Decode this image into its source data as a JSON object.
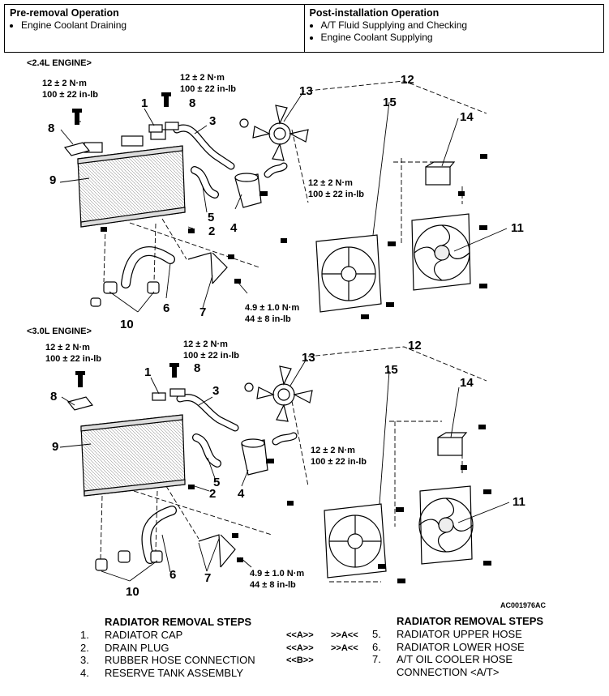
{
  "operations": {
    "pre_title": "Pre-removal Operation",
    "pre_items": [
      "Engine Coolant Draining"
    ],
    "post_title": "Post-installation Operation",
    "post_items": [
      "A/T Fluid Supplying and Checking",
      "Engine Coolant Supplying"
    ]
  },
  "engine_24": {
    "label": "<2.4L ENGINE>",
    "torque_a": [
      "12 ± 2 N·m",
      "100 ± 22 in-lb"
    ],
    "torque_b": [
      "12 ± 2 N·m",
      "100 ± 22 in-lb"
    ],
    "torque_c": [
      "12 ± 2 N·m",
      "100 ± 22 in-lb"
    ],
    "torque_d": [
      "4.9 ± 1.0 N·m",
      "44 ± 8 in-lb"
    ],
    "callouts": [
      "1",
      "2",
      "3",
      "4",
      "5",
      "6",
      "7",
      "8",
      "8",
      "9",
      "10",
      "11",
      "12",
      "13",
      "14",
      "15"
    ]
  },
  "engine_30": {
    "label": "<3.0L ENGINE>",
    "torque_a": [
      "12 ± 2 N·m",
      "100 ± 22 in-lb"
    ],
    "torque_b": [
      "12 ± 2 N·m",
      "100 ± 22 in-lb"
    ],
    "torque_c": [
      "12 ± 2 N·m",
      "100 ± 22 in-lb"
    ],
    "torque_d": [
      "4.9 ± 1.0 N·m",
      "44 ± 8 in-lb"
    ],
    "callouts": [
      "1",
      "2",
      "3",
      "4",
      "5",
      "6",
      "7",
      "8",
      "9",
      "10",
      "11",
      "12",
      "13",
      "14",
      "15"
    ]
  },
  "figure_code": "AC001976AC",
  "steps_left": {
    "title": "RADIATOR REMOVAL STEPS",
    "items": [
      {
        "n": "1.",
        "text": "RADIATOR CAP",
        "tags": ""
      },
      {
        "n": "2.",
        "text": "DRAIN PLUG",
        "tags": ""
      },
      {
        "n": "3.",
        "text": "RUBBER HOSE CONNECTION",
        "tags": ""
      },
      {
        "n": "4.",
        "text": "RESERVE TANK ASSEMBLY",
        "tags": ""
      }
    ]
  },
  "steps_tags": {
    "r5_a": "<<A>>",
    "r5_b": ">>A<<",
    "r6_a": "<<A>>",
    "r6_b": ">>A<<",
    "r7_a": "<<B>>"
  },
  "steps_right": {
    "title": "RADIATOR REMOVAL STEPS",
    "items": [
      {
        "n": "5.",
        "text": "RADIATOR UPPER HOSE"
      },
      {
        "n": "6.",
        "text": "RADIATOR LOWER HOSE"
      },
      {
        "n": "7.",
        "text": "A/T OIL COOLER HOSE"
      },
      {
        "n": "",
        "text": "CONNECTION <A/T>"
      }
    ]
  }
}
